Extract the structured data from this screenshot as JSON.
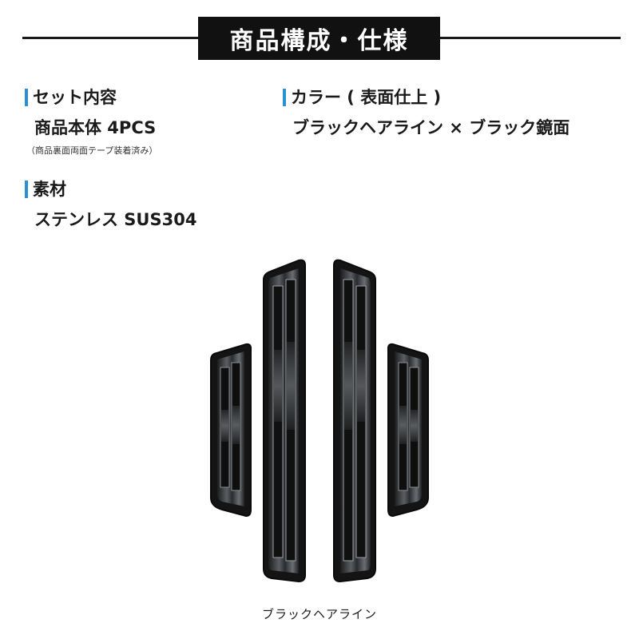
{
  "title": "商品構成・仕様",
  "set_contents": {
    "heading": "セット内容",
    "value": "商品本体 4PCS",
    "note": "（商品裏面両面テープ装着済み）"
  },
  "color": {
    "heading": "カラー ( 表面仕上 )",
    "value": "ブラックヘアライン × ブラック鏡面"
  },
  "material": {
    "heading": "素材",
    "value": "ステンレス SUS304"
  },
  "caption": "ブラックヘアライン",
  "colors": {
    "accent": "#2a8fd4",
    "title_bg": "#111111"
  }
}
